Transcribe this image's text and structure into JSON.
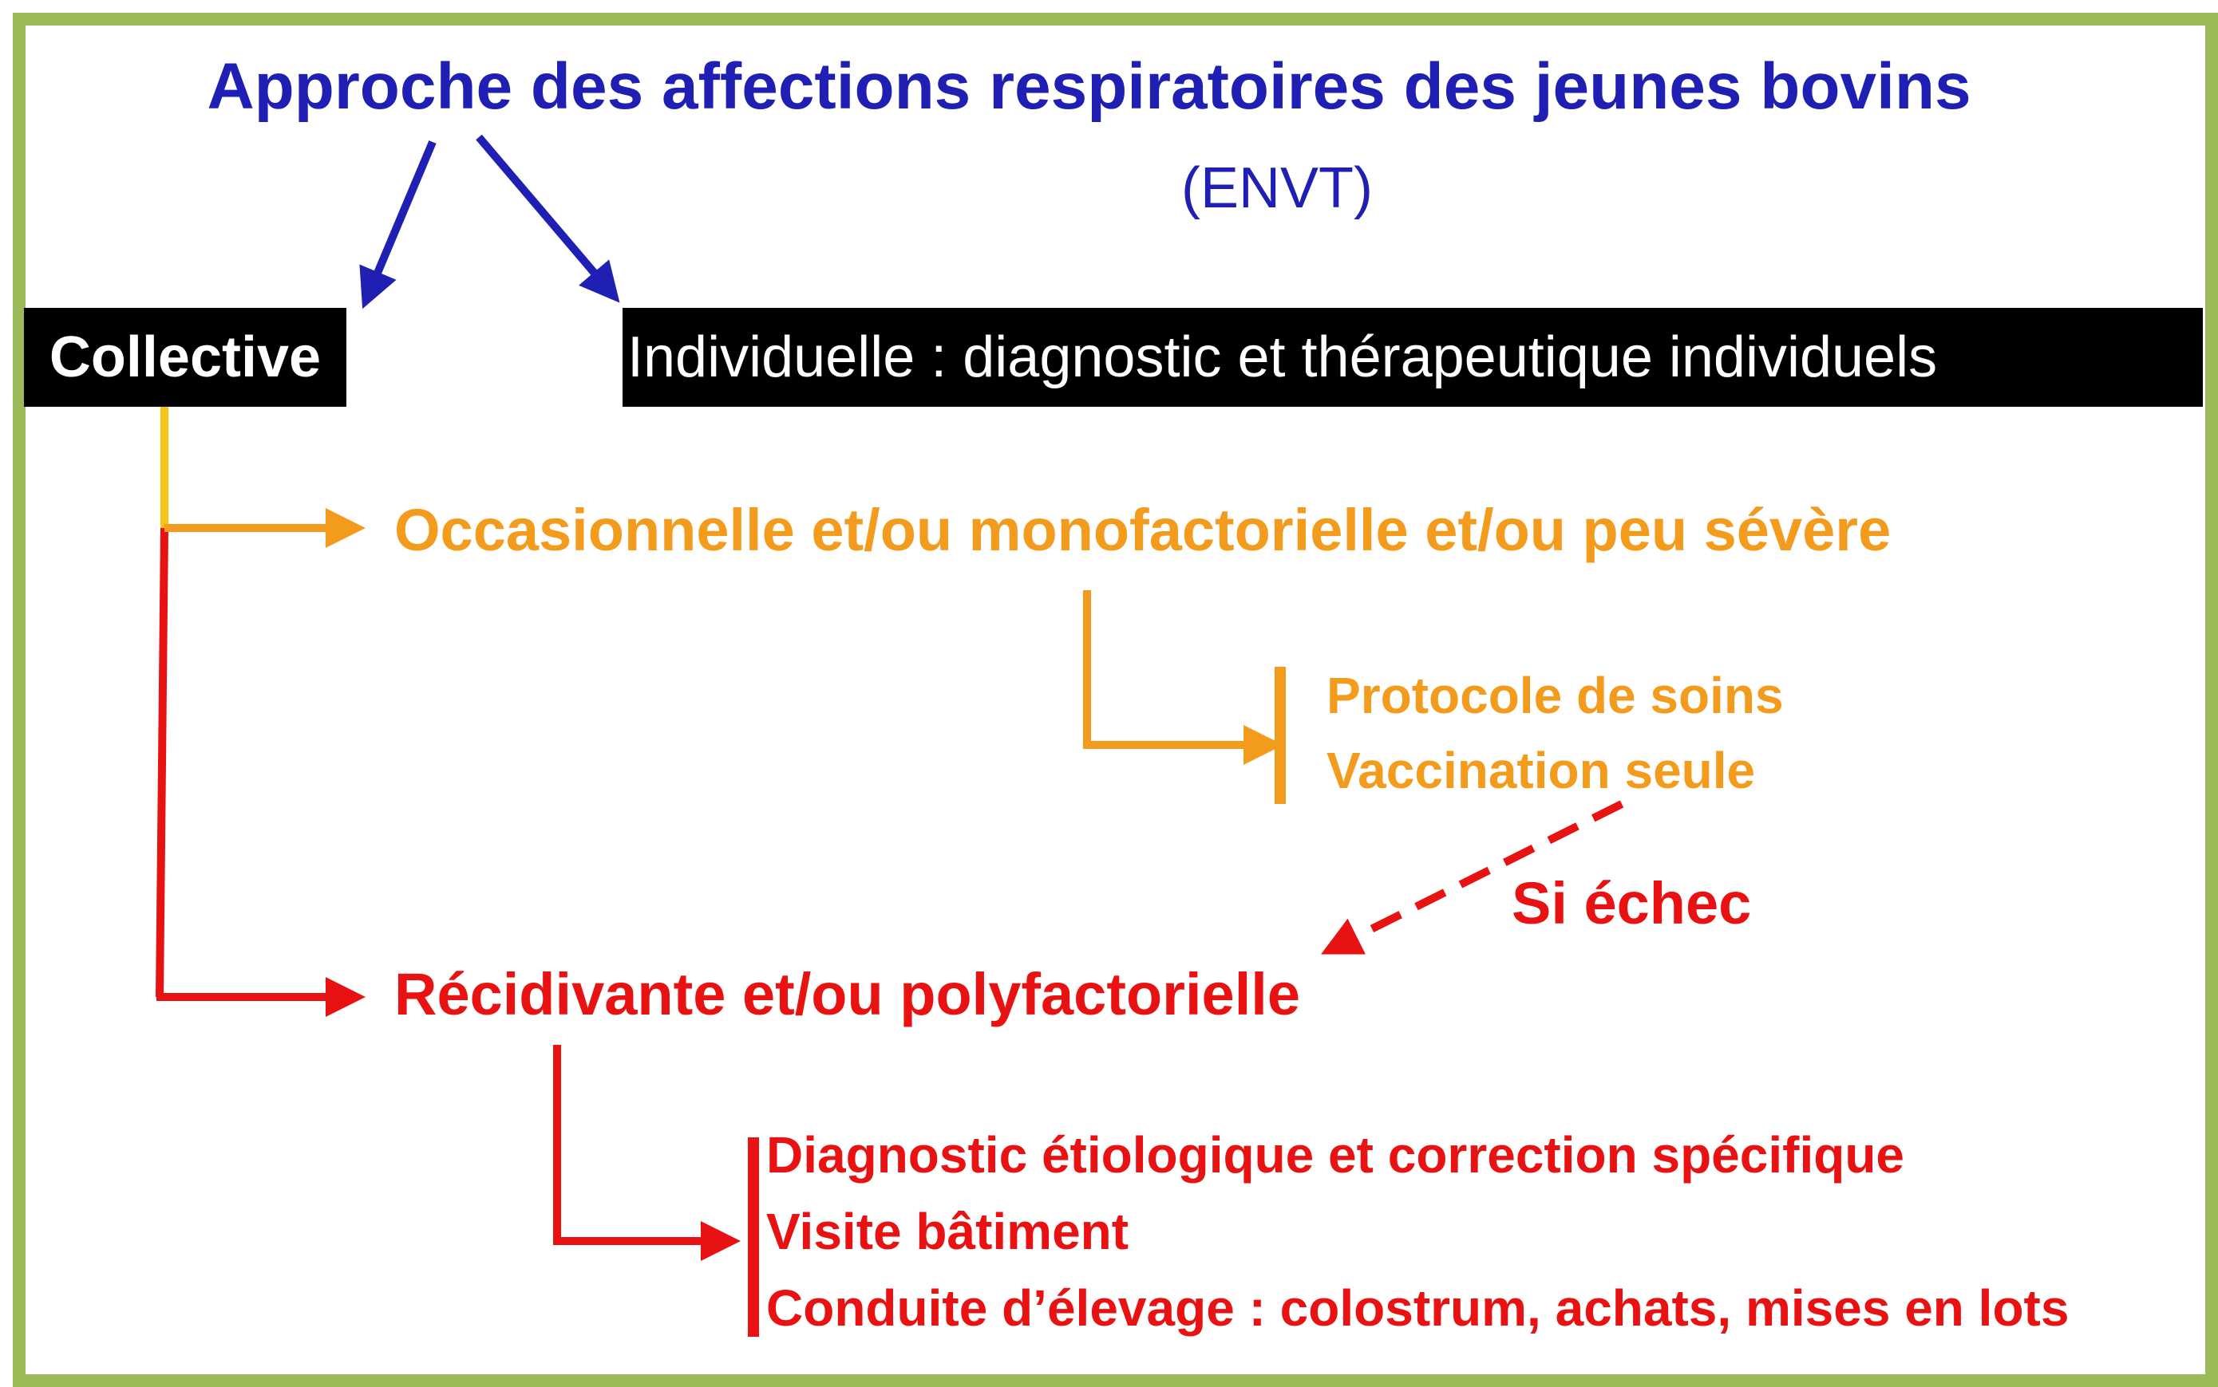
{
  "title": "Approche des affections respiratoires des jeunes bovins",
  "subtitle": "(ENVT)",
  "branches": {
    "collective": "Collective",
    "individuelle": "Individuelle : diagnostic et thérapeutique individuels"
  },
  "occasionnelle": {
    "label": "Occasionnelle et/ou monofactorielle et/ou peu sévère",
    "actions": [
      "Protocole de soins",
      "Vaccination seule"
    ]
  },
  "failure_label": "Si échec",
  "recidivante": {
    "label": "Récidivante et/ou polyfactorielle",
    "actions": [
      "Diagnostic étiologique et correction spécifique",
      "Visite bâtiment",
      "Conduite d’élevage : colostrum, achats, mises en lots"
    ]
  },
  "colors": {
    "blue": "#1f1fb4",
    "orange": "#f39b1c",
    "yellow": "#f5c518",
    "red": "#e81212",
    "border": "#9bbb59"
  }
}
